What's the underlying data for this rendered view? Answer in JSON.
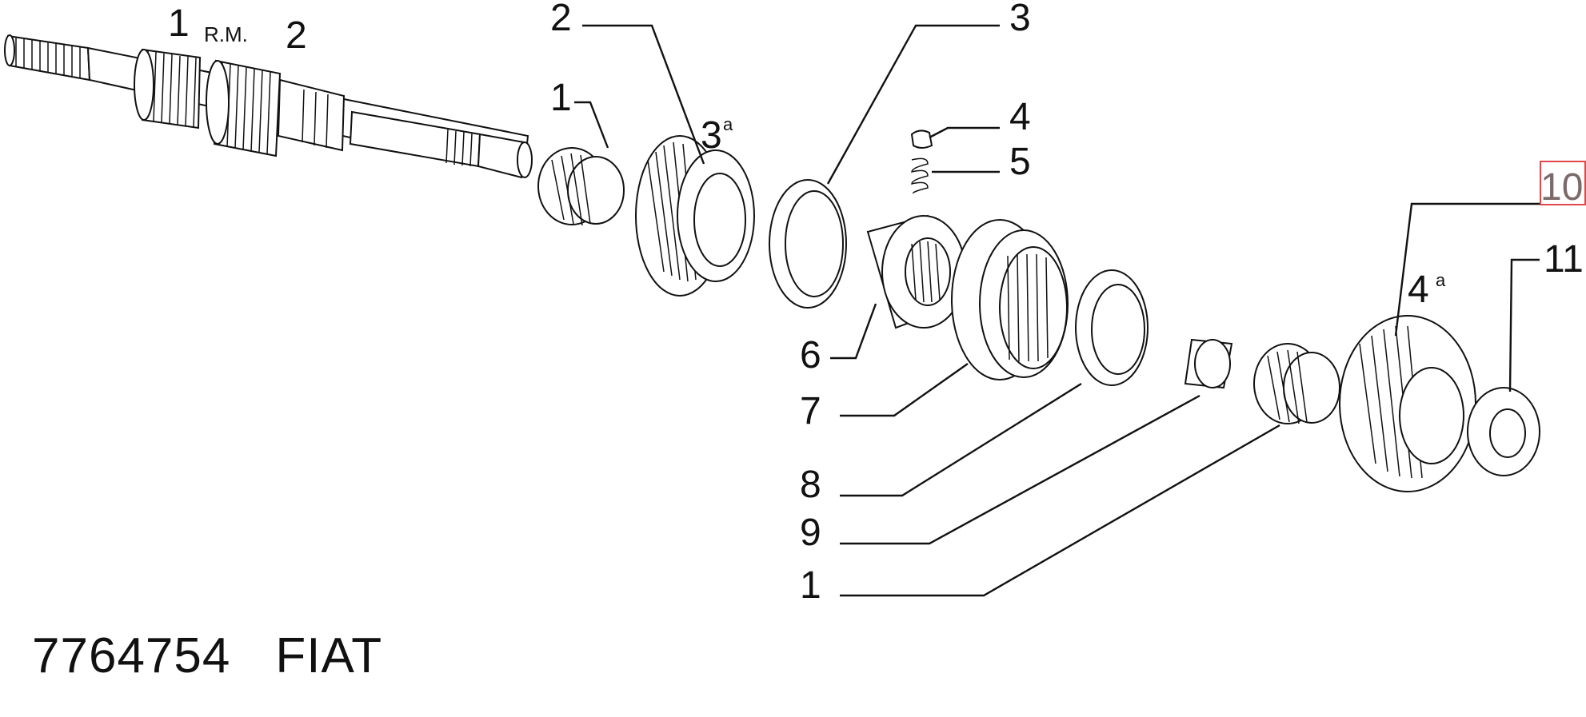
{
  "labels": {
    "shaft_1": "1",
    "shaft_rm": "R.M.",
    "shaft_2": "2",
    "bearing_1": "1",
    "gear_2": "2",
    "gear_3a_num": "3",
    "gear_3a_sup": "a",
    "ring_3": "3",
    "detent_4": "4",
    "spring_5": "5",
    "hub_6": "6",
    "sleeve_7": "7",
    "ring_8": "8",
    "bush_9": "9",
    "bearing_1b": "1",
    "gear_10": "10",
    "gear_4a_num": "4",
    "gear_4a_sup": "a",
    "washer_11": "11"
  },
  "highlight_color": "#e0464a",
  "footer": {
    "part_number": "7764754",
    "brand": "FIAT"
  }
}
